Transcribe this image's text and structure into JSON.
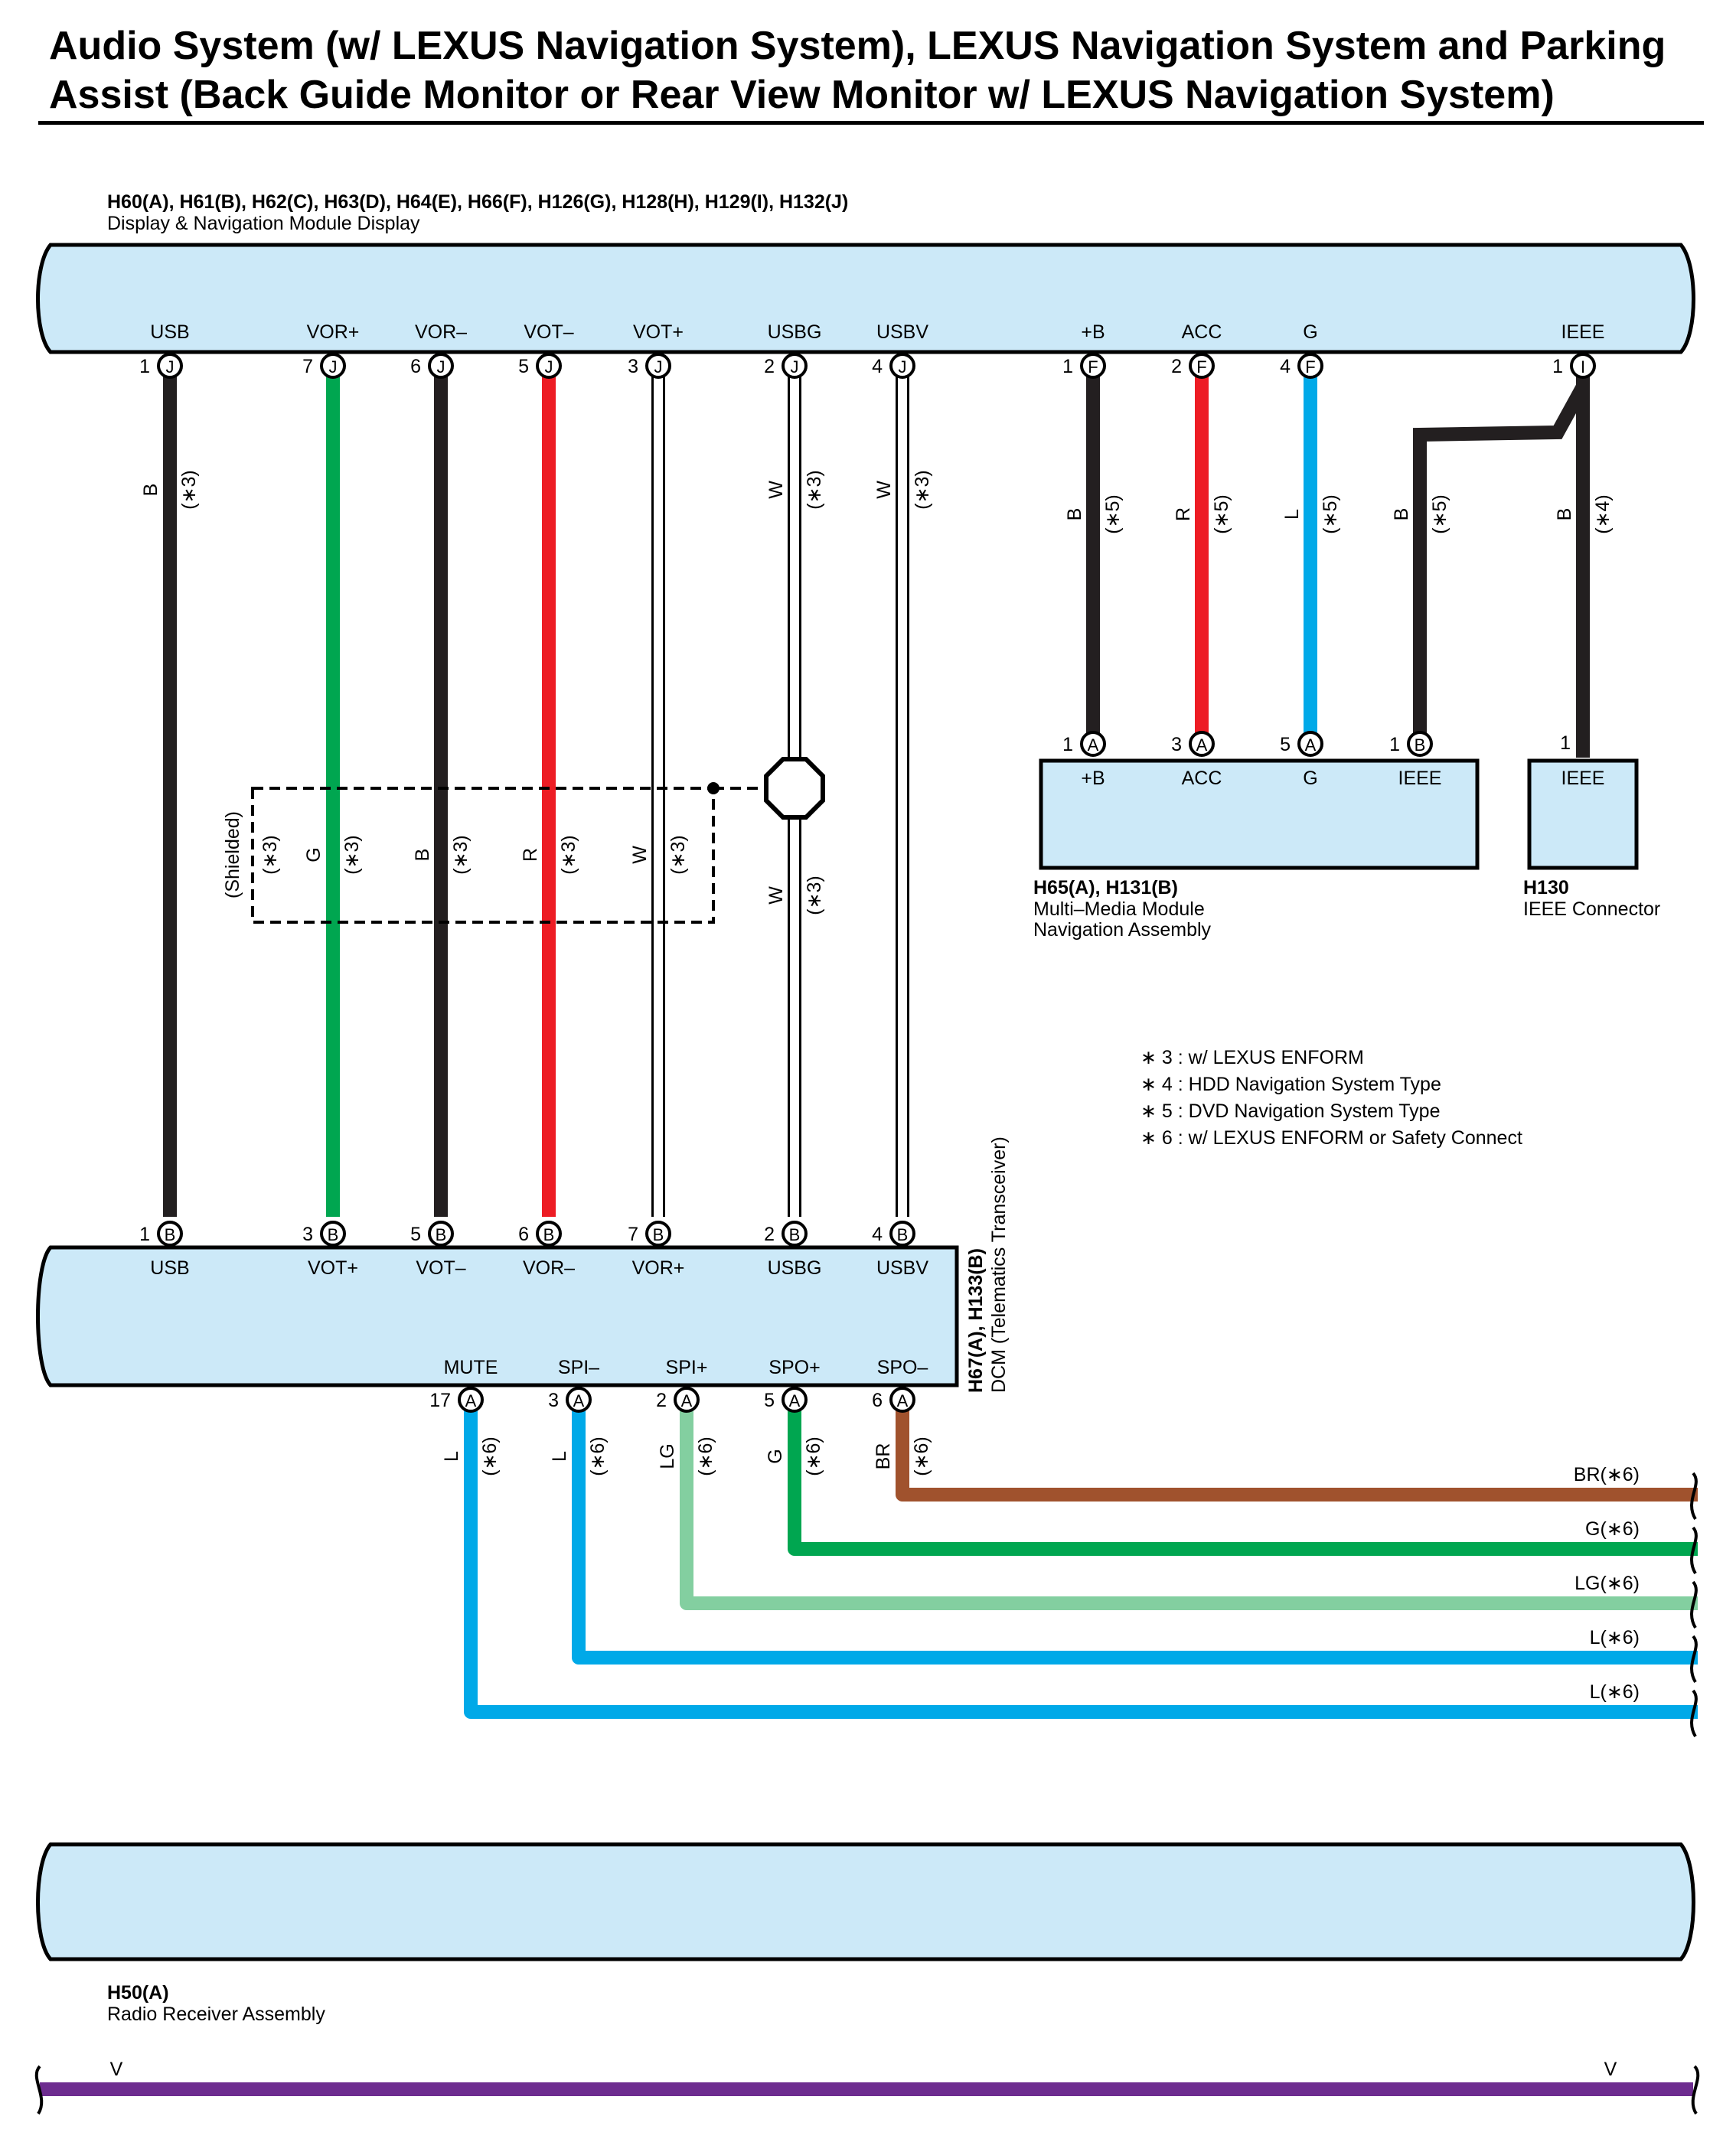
{
  "title": "Audio System (w/ LEXUS Navigation System), LEXUS Navigation System and Parking Assist (Back Guide Monitor or Rear View Monitor w/ LEXUS Navigation System)",
  "colors": {
    "module_fill": "#cce9f8",
    "B": "#231f20",
    "G": "#00a650",
    "R": "#ed1c24",
    "W": "#ffffff",
    "L": "#00a9e8",
    "LG": "#83cfa0",
    "BR": "#a0522d",
    "V": "#6d2c8f"
  },
  "modules": {
    "display": {
      "connectors": "H60(A), H61(B), H62(C), H63(D), H64(E), H66(F), H126(G), H128(H), H129(I), H132(J)",
      "name": "Display & Navigation Module Display",
      "pins": [
        {
          "label": "USB",
          "pin": "1",
          "conn": "J"
        },
        {
          "label": "VOR+",
          "pin": "7",
          "conn": "J"
        },
        {
          "label": "VOR–",
          "pin": "6",
          "conn": "J"
        },
        {
          "label": "VOT–",
          "pin": "5",
          "conn": "J"
        },
        {
          "label": "VOT+",
          "pin": "3",
          "conn": "J"
        },
        {
          "label": "USBG",
          "pin": "2",
          "conn": "J"
        },
        {
          "label": "USBV",
          "pin": "4",
          "conn": "J"
        },
        {
          "label": "+B",
          "pin": "1",
          "conn": "F"
        },
        {
          "label": "ACC",
          "pin": "2",
          "conn": "F"
        },
        {
          "label": "G",
          "pin": "4",
          "conn": "F"
        },
        {
          "label": "IEEE",
          "pin": "1",
          "conn": "I"
        }
      ]
    },
    "dcm": {
      "connectors": "H67(A), H133(B)",
      "name": "DCM (Telematics Transceiver)",
      "top_pins": [
        {
          "label": "USB",
          "pin": "1",
          "conn": "B"
        },
        {
          "label": "VOT+",
          "pin": "3",
          "conn": "B"
        },
        {
          "label": "VOT–",
          "pin": "5",
          "conn": "B"
        },
        {
          "label": "VOR–",
          "pin": "6",
          "conn": "B"
        },
        {
          "label": "VOR+",
          "pin": "7",
          "conn": "B"
        },
        {
          "label": "USBG",
          "pin": "2",
          "conn": "B"
        },
        {
          "label": "USBV",
          "pin": "4",
          "conn": "B"
        }
      ],
      "bottom_pins": [
        {
          "label": "MUTE",
          "pin": "17",
          "conn": "A"
        },
        {
          "label": "SPI–",
          "pin": "3",
          "conn": "A"
        },
        {
          "label": "SPI+",
          "pin": "2",
          "conn": "A"
        },
        {
          "label": "SPO+",
          "pin": "5",
          "conn": "A"
        },
        {
          "label": "SPO–",
          "pin": "6",
          "conn": "A"
        }
      ]
    },
    "mmm": {
      "connectors": "H65(A), H131(B)",
      "name": "Multi–Media Module",
      "name2": "Navigation Assembly",
      "pins": [
        {
          "label": "+B",
          "pin": "1",
          "conn": "A"
        },
        {
          "label": "ACC",
          "pin": "3",
          "conn": "A"
        },
        {
          "label": "G",
          "pin": "5",
          "conn": "A"
        },
        {
          "label": "IEEE",
          "pin": "1",
          "conn": "B"
        }
      ]
    },
    "ieee": {
      "connectors": "H130",
      "name": "IEEE Connector",
      "pins": [
        {
          "label": "IEEE",
          "pin": "1",
          "conn": ""
        }
      ]
    },
    "radio": {
      "connectors": "H50(A)",
      "name": "Radio Receiver Assembly"
    }
  },
  "wire_labels": {
    "display_to_dcm": [
      {
        "color": "B",
        "note": "(∗3)"
      },
      {
        "color": "G",
        "note": "(∗3)"
      },
      {
        "color": "B",
        "note": "(∗3)"
      },
      {
        "color": "R",
        "note": "(∗3)"
      },
      {
        "color": "W",
        "note": "(∗3)"
      },
      {
        "color": "W",
        "note": "(∗3)"
      },
      {
        "color": "W",
        "note": "(∗3)"
      }
    ],
    "display_to_mmm": [
      {
        "color": "B",
        "note": "(∗5)"
      },
      {
        "color": "R",
        "note": "(∗5)"
      },
      {
        "color": "L",
        "note": "(∗5)"
      },
      {
        "color": "B",
        "note": "(∗5)"
      },
      {
        "color": "B",
        "note": "(∗4)"
      }
    ],
    "shielded": "(Shielded)",
    "shield_notes": [
      {
        "color": "G",
        "note": "(∗3)"
      },
      {
        "color": "B",
        "note": "(∗3)"
      },
      {
        "color": "R",
        "note": "(∗3)"
      },
      {
        "color": "W",
        "note": "(∗3)"
      }
    ],
    "shield_first_note": "(∗3)",
    "usbg_lower": {
      "color": "W",
      "note": "(∗3)"
    },
    "dcm_out": [
      {
        "color": "L",
        "note": "(∗6)"
      },
      {
        "color": "L",
        "note": "(∗6)"
      },
      {
        "color": "LG",
        "note": "(∗6)"
      },
      {
        "color": "G",
        "note": "(∗6)"
      },
      {
        "color": "BR",
        "note": "(∗6)"
      }
    ],
    "dcm_out_ends": [
      "BR(∗6)",
      "G(∗6)",
      "LG(∗6)",
      "L(∗6)",
      "L(∗6)"
    ],
    "radio_bus": [
      "V",
      "V"
    ]
  },
  "notes": [
    "∗ 3 : w/ LEXUS ENFORM",
    "∗ 4 : HDD Navigation System Type",
    "∗ 5 : DVD Navigation System Type",
    "∗ 6 : w/ LEXUS ENFORM or Safety Connect"
  ]
}
